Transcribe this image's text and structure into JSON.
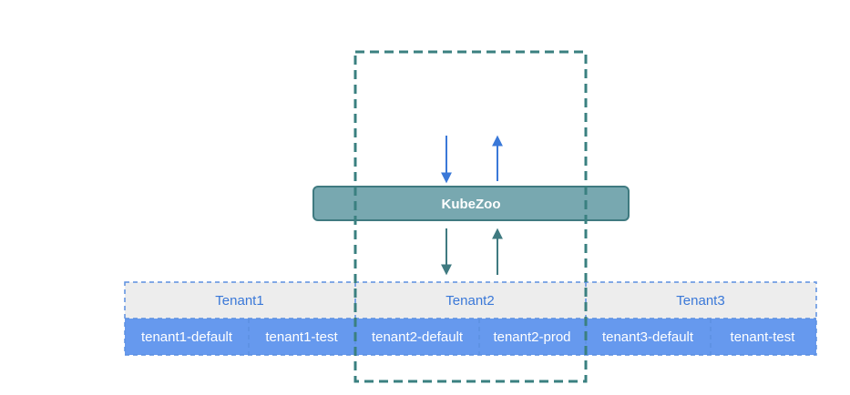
{
  "diagram": {
    "gateway": {
      "label": "KubeZoo"
    },
    "tenants": [
      {
        "name": "Tenant1",
        "namespaces": [
          "tenant1-default",
          "tenant1-test"
        ]
      },
      {
        "name": "Tenant2",
        "namespaces": [
          "tenant2-default",
          "tenant2-prod"
        ]
      },
      {
        "name": "Tenant3",
        "namespaces": [
          "tenant3-default",
          "tenant-test"
        ]
      }
    ]
  },
  "colors": {
    "gateway_fill": "#78a8b0",
    "gateway_stroke": "#3f7a80",
    "gateway_text": "#ffffff",
    "tenant_header_fill": "#ededed",
    "tenant_header_text": "#3a78d8",
    "tenant_border": "#5b8fe0",
    "namespace_fill": "#6699ee",
    "namespace_text": "#ffffff",
    "highlight_border": "#3a8080",
    "arrow_blue": "#3a78d8",
    "arrow_teal": "#3f7a80"
  }
}
